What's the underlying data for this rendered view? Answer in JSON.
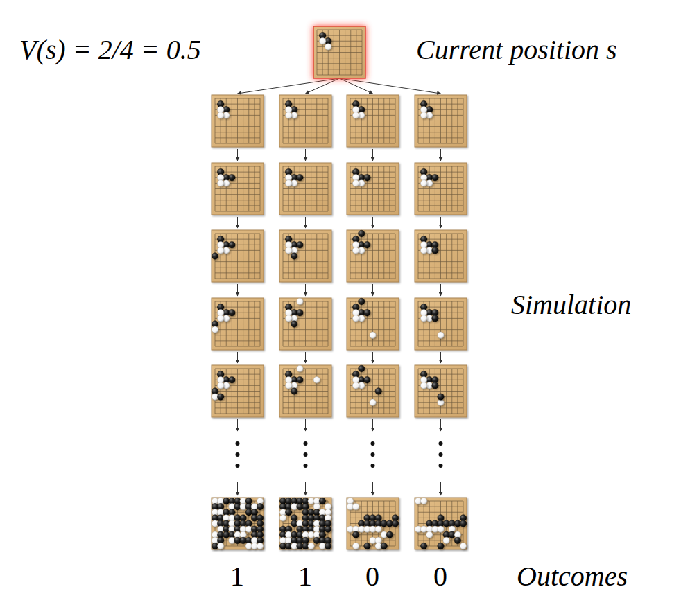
{
  "diagram": {
    "labels": [
      "V(s) = 2/4 = 0.5",
      "Current position s",
      "Simulation",
      "1",
      "1",
      "0",
      "0",
      "Outcomes"
    ]
  }
}
